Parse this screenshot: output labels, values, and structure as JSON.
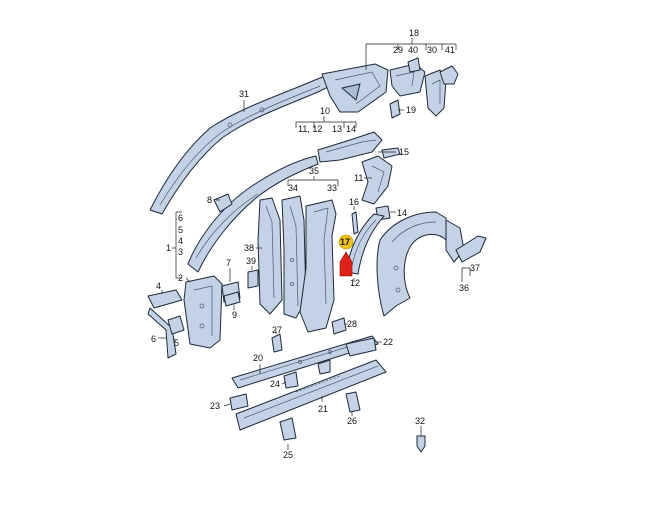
{
  "callouts": {
    "c1": "1",
    "c2": "2",
    "c3": "3",
    "c4a": "4",
    "c4b": "4",
    "c5a": "5",
    "c5b": "5",
    "c6a": "6",
    "c6b": "6",
    "c7": "7",
    "c8": "8",
    "c9": "9",
    "c10": "10",
    "c11_12": "11, 12",
    "c13": "13",
    "c14a": "14",
    "c14b": "14",
    "c11": "11",
    "c12": "12",
    "c15": "15",
    "c16": "16",
    "c17": "17",
    "c18": "18",
    "c19": "19",
    "c20": "20",
    "c21": "21",
    "c22": "22",
    "c23": "23",
    "c24": "24",
    "c25": "25",
    "c26": "26",
    "c27": "27",
    "c28": "28",
    "c29": "29",
    "c30": "30",
    "c31": "31",
    "c32": "32",
    "c33": "33",
    "c34": "34",
    "c35": "35",
    "c36": "36",
    "c37": "37",
    "c38": "38",
    "c39": "39",
    "c40": "40",
    "c41": "41"
  },
  "colors": {
    "part_fill": "#c3d2e4",
    "part_stroke": "#1e2a3a",
    "highlight": "#f3c11b",
    "highlight_arrow": "#e0201b"
  }
}
